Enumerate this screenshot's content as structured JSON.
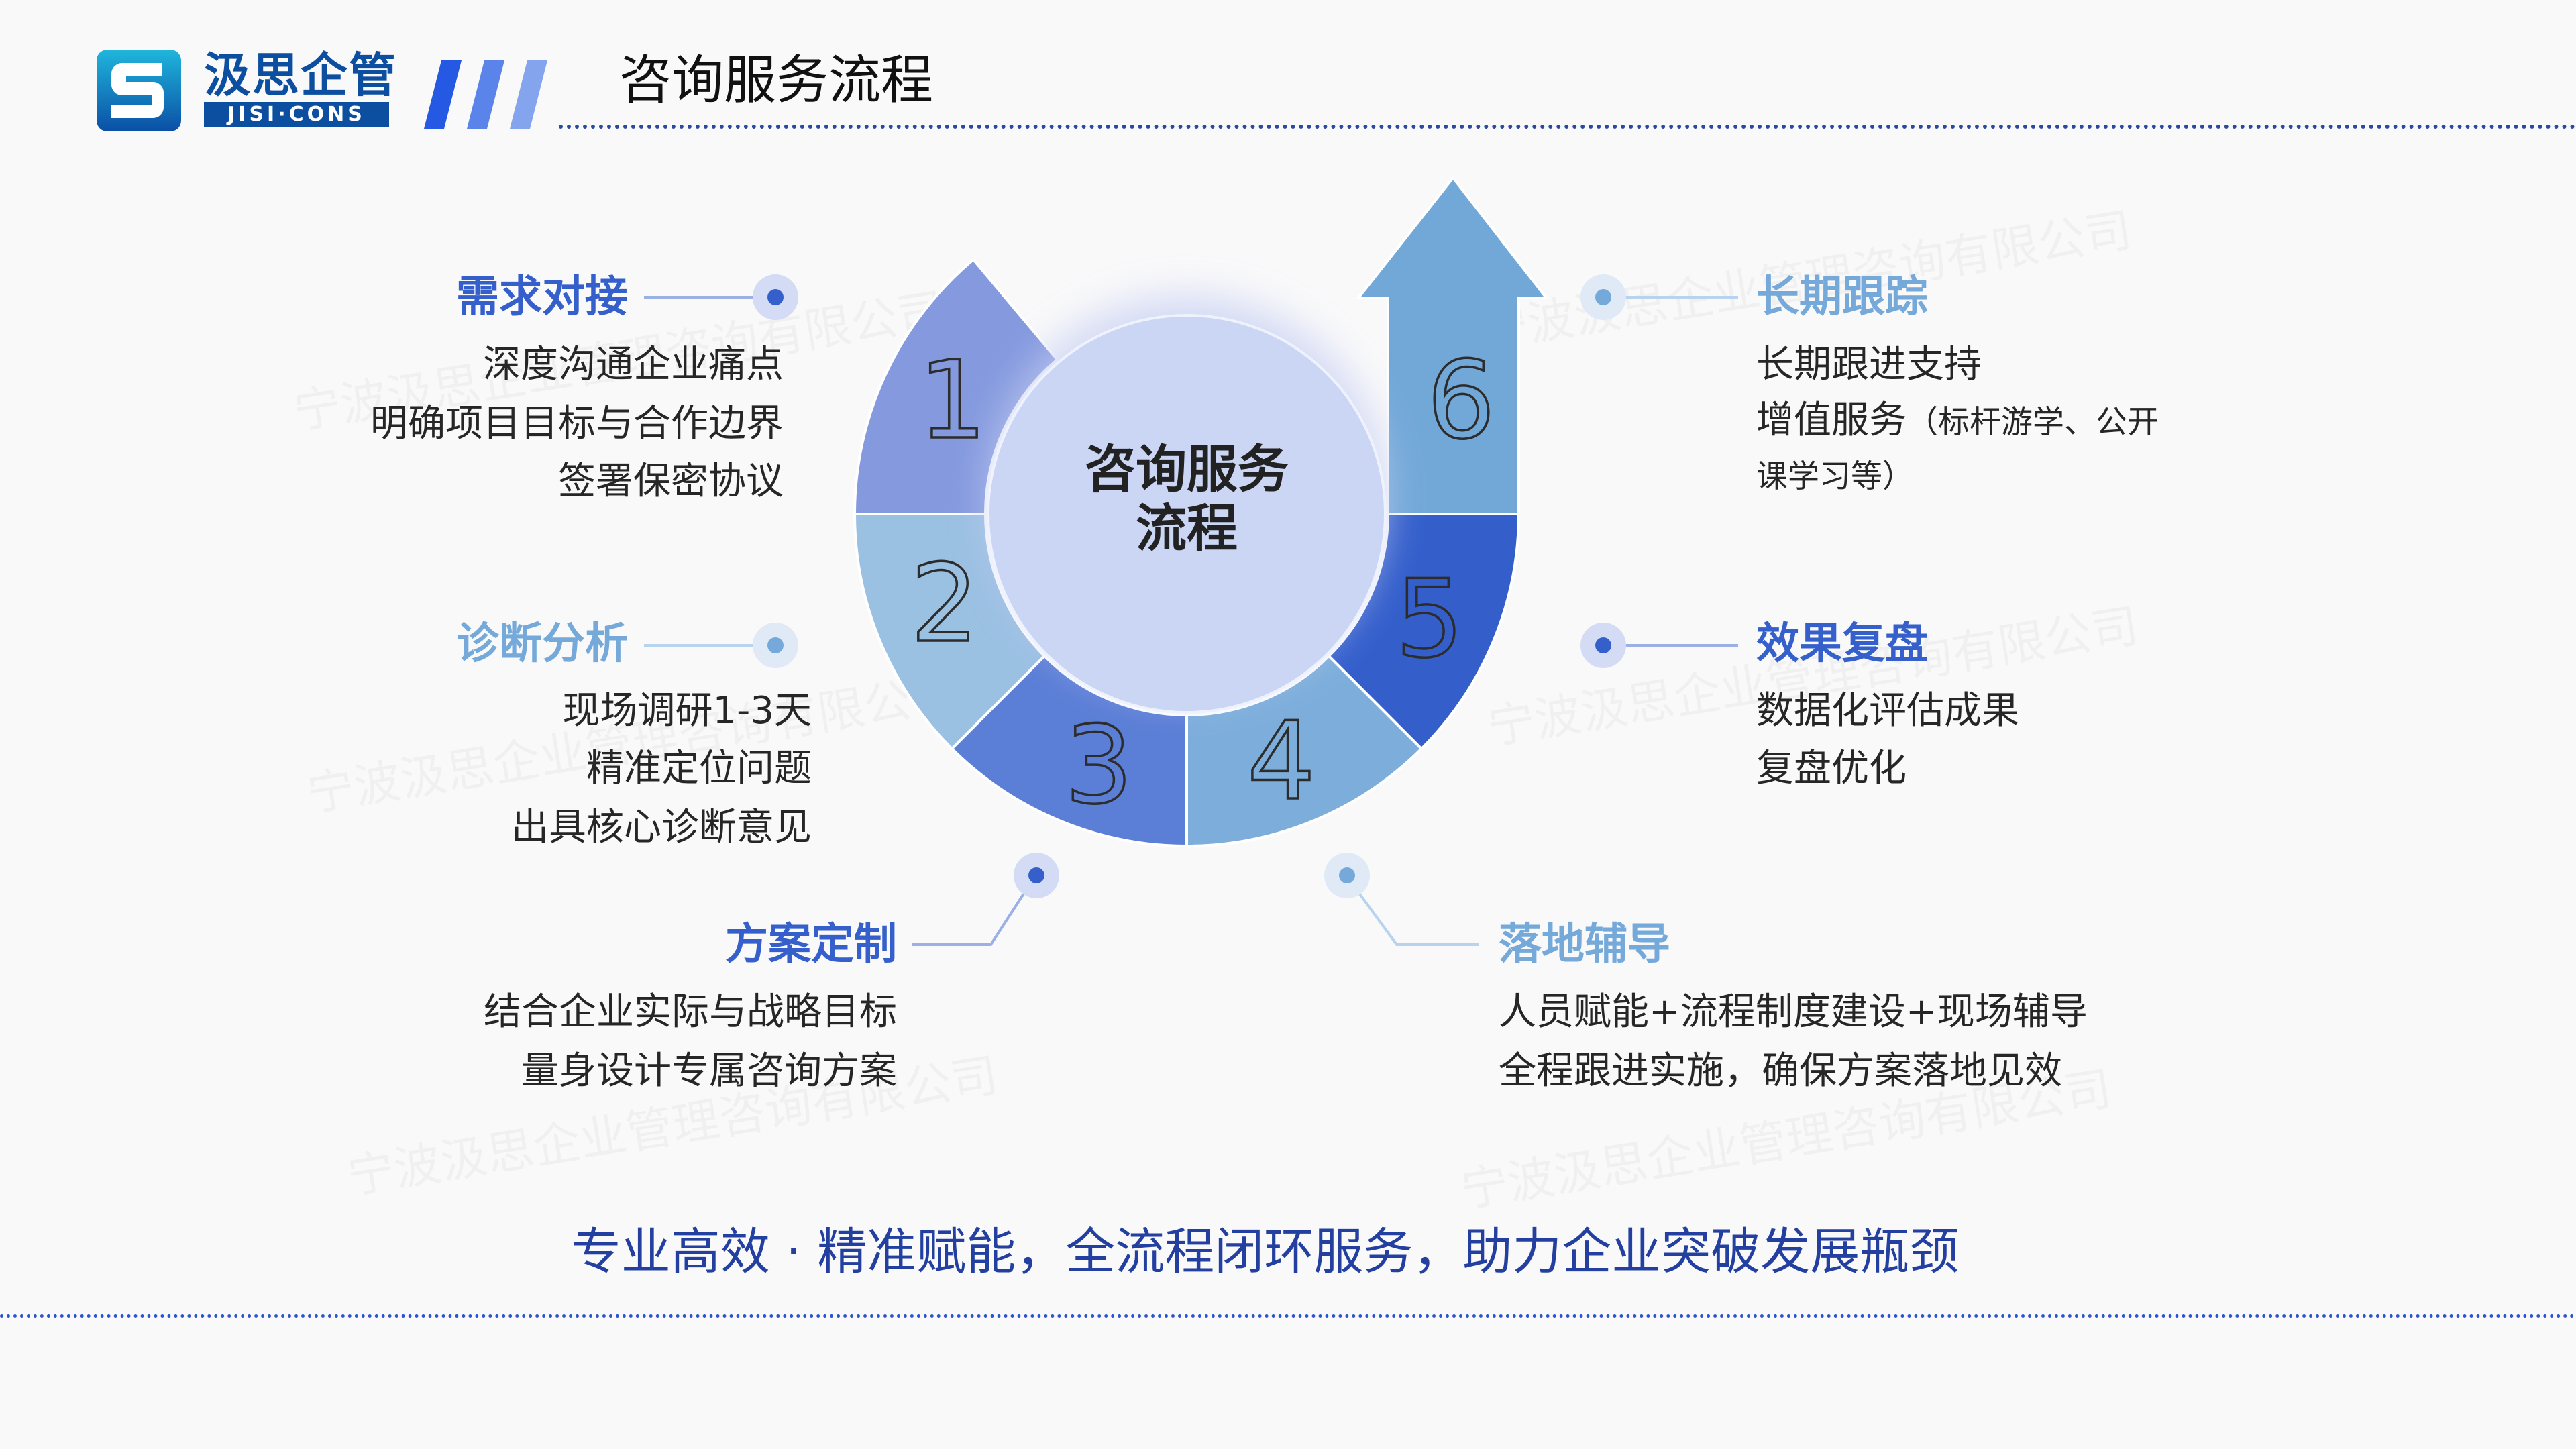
{
  "header": {
    "logo_cn": "汲思企管",
    "logo_en": "JISI·CONS",
    "title": "咨询服务流程"
  },
  "center": {
    "line1": "咨询服务",
    "line2": "流程"
  },
  "steps": [
    {
      "num": "1",
      "title": "需求对接",
      "lines": [
        "深度沟通企业痛点",
        "明确项目目标与合作边界",
        "签署保密协议"
      ]
    },
    {
      "num": "2",
      "title": "诊断分析",
      "lines": [
        "现场调研1-3天",
        "精准定位问题",
        "出具核心诊断意见"
      ]
    },
    {
      "num": "3",
      "title": "方案定制",
      "lines": [
        "结合企业实际与战略目标",
        "量身设计专属咨询方案"
      ]
    },
    {
      "num": "4",
      "title": "落地辅导",
      "lines": [
        "人员赋能+流程制度建设+现场辅导",
        "全程跟进实施，确保方案落地见效"
      ]
    },
    {
      "num": "5",
      "title": "效果复盘",
      "lines": [
        "数据化评估成果",
        "复盘优化"
      ]
    },
    {
      "num": "6",
      "title": "长期跟踪",
      "lines": [
        "长期跟进支持",
        "增值服务",
        "（标杆游学、公开课学习等）"
      ]
    }
  ],
  "slogan": "专业高效 · 精准赋能，全流程闭环服务，助力企业突破发展瓶颈",
  "watermark": "宁波汲思企业管理咨询有限公司",
  "colors": {
    "seg1": "#8499de",
    "seg2": "#9ac0e2",
    "seg3": "#5b7ed6",
    "seg4": "#7daedb",
    "seg5": "#345fcb",
    "seg6": "#72a8d8",
    "center": "#cbd6f5",
    "accent_dark": "#3560cc",
    "accent_light": "#74a9d9"
  }
}
